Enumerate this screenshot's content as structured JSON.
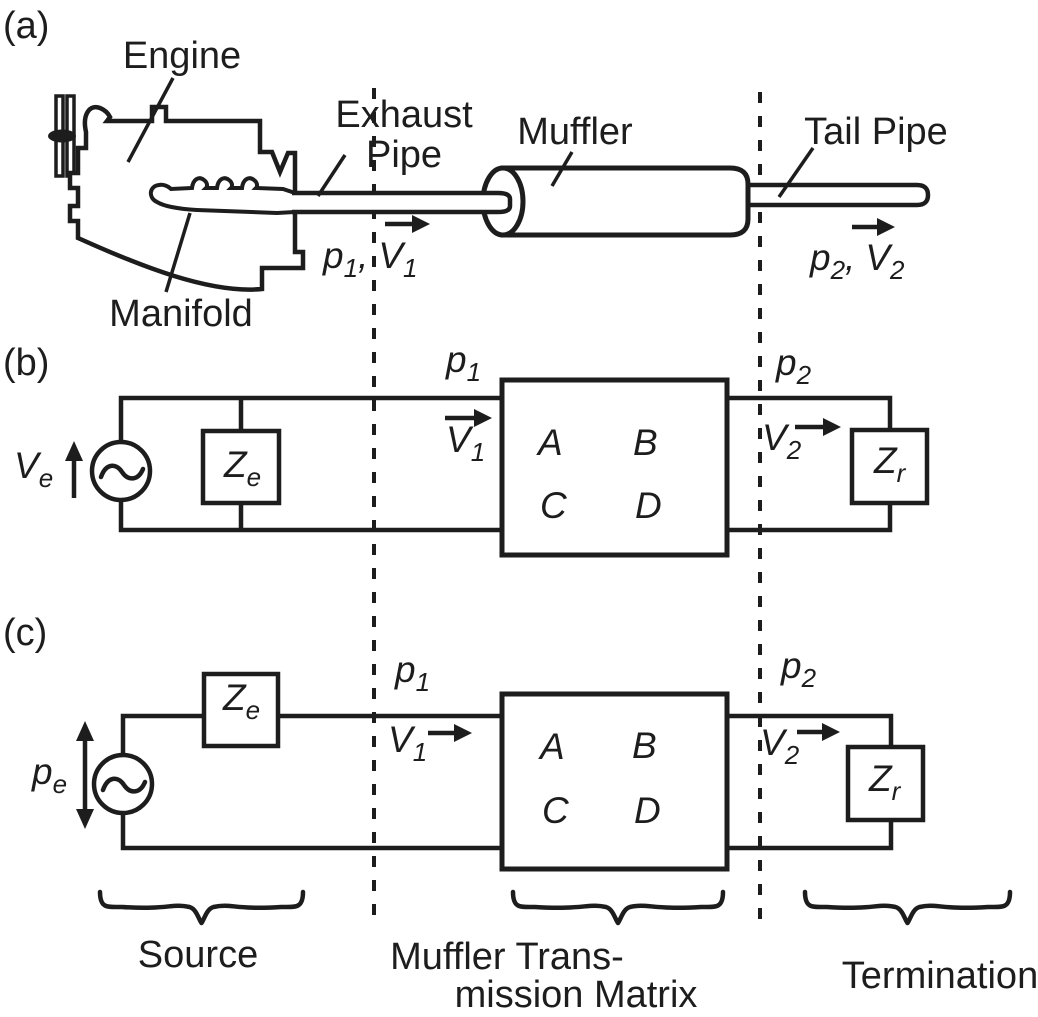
{
  "panel_a": {
    "tag": "(a)",
    "engine": "Engine",
    "exhaust_line1": "Exhaust",
    "exhaust_line2": "Pipe",
    "muffler": "Muffler",
    "tail_pipe": "Tail Pipe",
    "manifold": "Manifold"
  },
  "panel_b": {
    "tag": "(b)"
  },
  "panel_c": {
    "tag": "(c)"
  },
  "sym": {
    "p": "p",
    "V": "V",
    "Z": "Z",
    "one": "1",
    "two": "2",
    "e": "e",
    "r": "r",
    "comma": ",",
    "A": "A",
    "B": "B",
    "C": "C",
    "D": "D"
  },
  "footer": {
    "source": "Source",
    "muffler_line1": "Muffler Trans-",
    "muffler_line2": "mission Matrix",
    "termination": "Termination"
  },
  "colors": {
    "ink": "#1d1d1d",
    "background": "#ffffff"
  }
}
